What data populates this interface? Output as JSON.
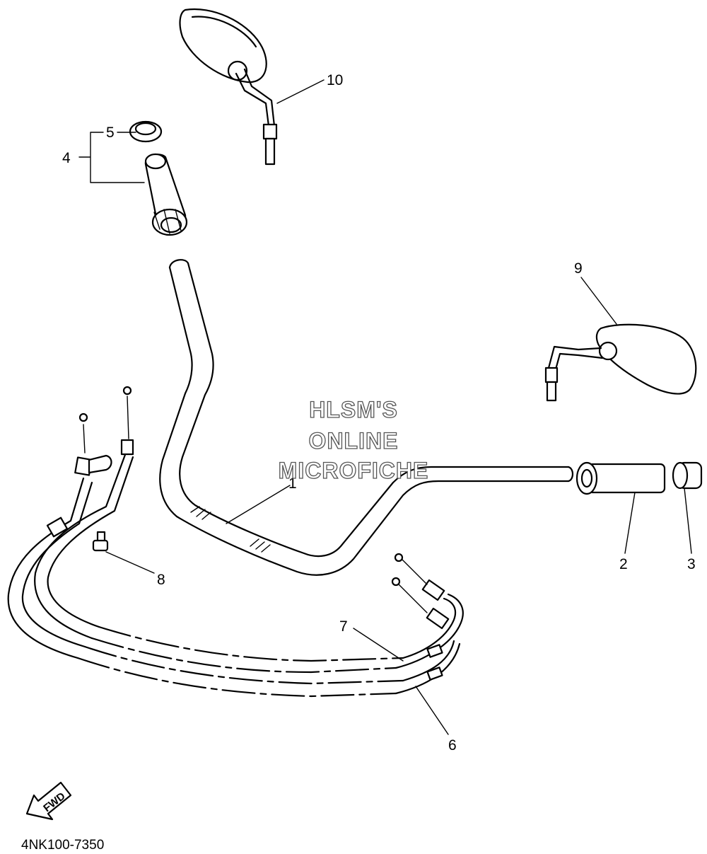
{
  "diagram": {
    "callouts": {
      "c1": "1",
      "c2": "2",
      "c3": "3",
      "c4": "4",
      "c5": "5",
      "c6": "6",
      "c7": "7",
      "c8": "8",
      "c9": "9",
      "c10": "10"
    },
    "watermark": {
      "line1": "HLSM'S",
      "line2": "ONLINE",
      "line3": "MICROFICHE"
    },
    "direction_label": "FWD",
    "part_code": "4NK100-7350"
  }
}
